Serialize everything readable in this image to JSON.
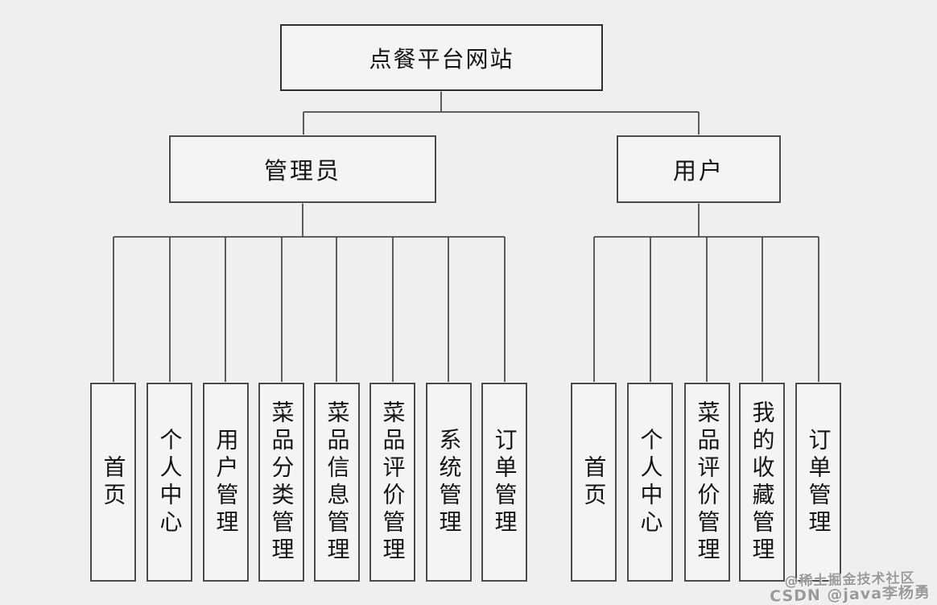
{
  "diagram": {
    "title": "点餐平台网站",
    "branches": [
      {
        "label": "管理员",
        "children": [
          "首页",
          "个人中心",
          "用户管理",
          "菜品分类管理",
          "菜品信息管理",
          "菜品评价管理",
          "系统管理",
          "订单管理"
        ]
      },
      {
        "label": "用户",
        "children": [
          "首页",
          "个人中心",
          "菜品评价管理",
          "我的收藏管理",
          "订单管理"
        ]
      }
    ]
  },
  "watermark": {
    "line1": "@稀土掘金技术社区",
    "line2": "CSDN @java李杨勇"
  },
  "colors": {
    "background": "#efefef",
    "box_fill": "#f4f4f4",
    "box_border": "#4a4a4a",
    "connector": "#4b4b4b",
    "text": "#141414",
    "watermark": "#9a9a9a"
  }
}
